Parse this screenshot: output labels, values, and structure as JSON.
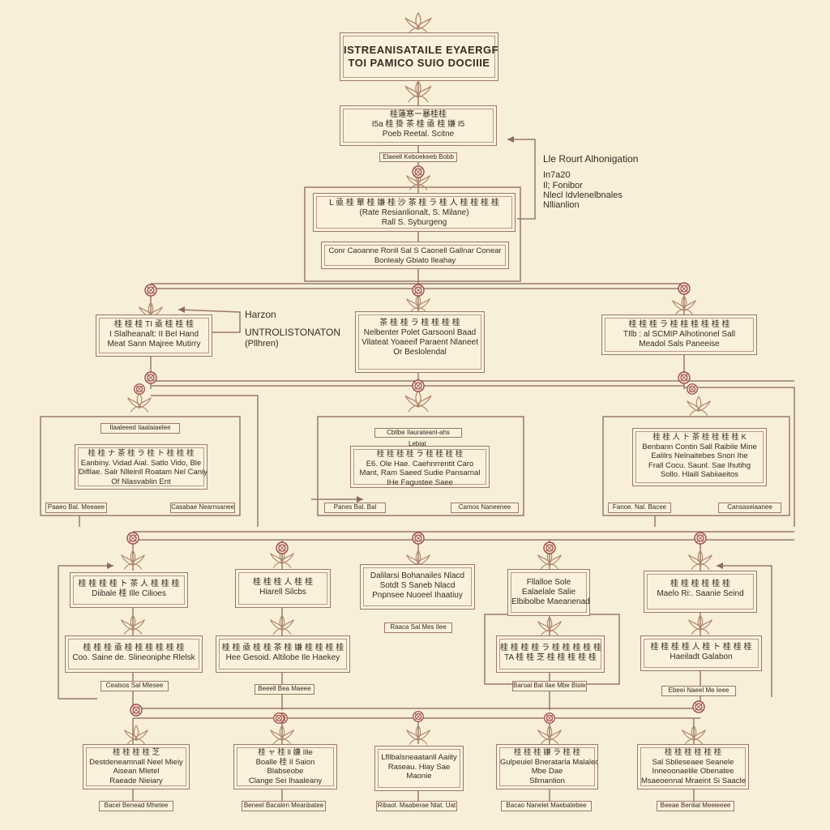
{
  "title": {
    "line1": "ISTREANISATAILE EYAERGFE",
    "line2": "TOI PAMICO SUIO DOCIIIE"
  },
  "level1": {
    "line1": "桂蓮寒ー暴桂桂",
    "line2": "I5a 桂 掛 茶 桂 亟 桂 嫌 I5",
    "line3": "Poeb Reetal. Scitne",
    "tag": "Elaeell Keboekeeb Bobb"
  },
  "side_note_1": {
    "line1": "Lle Rourt Alhonigation",
    "line2": "In7a20",
    "line3": "Il; Fonibor",
    "line4": "Nlecl Idvlenelbnales",
    "line5": "Nllianlion"
  },
  "level2": {
    "line1": "L 亟 桂 華 桂 嫌 桂 沙 茶 桂 ラ 桂 人 桂 桂 桂 桂",
    "line2": "(Rate Resianlionalt, S. Milane)",
    "line3": "Rall S. Syburgeng",
    "sub_line1": "Conr Caoanne Ronll Sal  S Caonell Gallnar Conear",
    "sub_line2": "Bonlealy Gbiato Ileahay"
  },
  "side_note_2": {
    "line1": "Harzon",
    "line2": "UNTROLISTONATON",
    "line3": "(Pllhren)"
  },
  "row2": [
    {
      "line1": "桂 桂 桂 TI  亟 桂 桂 桂",
      "line2": "I Slalheanalt: II Bel Hand",
      "line3": "Meat Sann Majree Mutirry"
    },
    {
      "line1": "茶 桂 桂 ラ 桂 桂 桂 桂",
      "line2": "Nelbenter Polet Garsoonl Baad",
      "line3": "Vilateat Yoaeeif  Paraent Nlaneet",
      "line4": "Or Beslolendal"
    },
    {
      "line1": "桂 桂 桂 ラ 桂 桂 桂 桂 桂 桂",
      "line2": "TIlb : al SCMIP Alhotinonel Sall",
      "line3": "Meadol Sals Paneeise"
    }
  ],
  "row3": [
    {
      "top_tag": "Ilaaleeed Iiaalaiaelee",
      "line1": "桂 桂 ナ 茶 桂 ラ 桂 ト 桂 桂 桂",
      "line2": "Eanbiny. Vidad Aial. Satlo Vido, Ble",
      "line3": "Difllae. Salr Nlleinll Roatam Nel Caniy",
      "line4": "Of Nlasvablin Ent",
      "tag_left": "Paaeo Bal. Meeaee",
      "tag_right": "Casabae Nearnsanee"
    },
    {
      "top_tag": "Cbllbe Ilaurateanl-ahs",
      "sub_tag": "Lebiat",
      "line1": "桂 桂 桂 桂 ラ 桂 桂 桂 桂",
      "line2": "E6. Ole Hae. Caehnrrentit Caro",
      "line3": "Mant, Ram Saeed Sudie Pansarnal",
      "line4": "IHe Fagustee Saee",
      "tag_left": "Panes Bal. Bal",
      "tag_right": "Camos Naneenee"
    },
    {
      "line1": "桂 桂 人 ト 茶 桂 桂 桂 桂 K",
      "line2": "Benbann Contin Sall Raibile Mine",
      "line3": "Ealilrs Nelnaitebes Snon Ihe",
      "line4": "Frall Cocu. Saunl. Sae Ihutihg",
      "line5": "Sollo. Hlaill Sabiiaeitos",
      "tag_left": "Fanoe. Nal. Bacee",
      "tag_right": "Cansaseiaanee"
    }
  ],
  "row4_top": [
    {
      "line1": "桂 桂 桂 桂 ト 茶 人 桂 桂 桂",
      "line2": "Diibale 桂 Ille Cilioes"
    },
    {
      "line1": "桂 桂 桂 人 桂 桂",
      "line2": "Hiarell Silcbs"
    },
    {
      "line1": "Dalilarsi Bohanailes Nlacd",
      "line2": "Sotdt S Saneb Nlacd",
      "line3": "Pnpnsee Nuoeel Ihaatiuy",
      "tag": "Raaca Sal Mes Ilee"
    },
    {
      "line1": "Fllalloe Sole",
      "line2": "Ealaelale Salie",
      "line3": "Elbibolbe Maeanenadl"
    },
    {
      "line1": "桂 桂 桂 桂 桂 桂",
      "line2": "Maelo Ri:. Saanie Seind"
    }
  ],
  "row4_bottom": [
    {
      "line1": "桂 桂 桂 亟 桂 桂 桂 桂 桂 桂",
      "line2": "Coo. Saine de. Slineoniphe Rlelsk",
      "tag": "Cealsos Sal Mlesee"
    },
    {
      "line1": "桂 桂 亟 桂 桂 茶 桂 嫌 桂 桂 桂 桂",
      "line2": "Hee Gesoid. Altilobe Ile Haekey",
      "tag": "Beeell Bea Maeee"
    },
    {
      "line1": "桂 桂 桂 桂 ラ 桂 桂 桂 桂 桂",
      "line2": "TA 桂 桂 芝 桂 桂 桂 桂 桂",
      "tag": "Baroal Bal Ilae Mbe Bisler"
    },
    {
      "line1": "桂 桂 桂 桂 人 桂 ト 桂 桂 桂",
      "line2": "Haeiladt Galabon",
      "tag": "Ebeei Naeel Me Ieee"
    }
  ],
  "row5": [
    {
      "line1": "桂 桂 桂 桂 芝",
      "line2": "Destdeneamnall Neel Mieiy",
      "line3": "Aisean Mletel",
      "line4": "Raeade Nieiary",
      "tag": "Bacel Benead Mhetee"
    },
    {
      "line1": "桂 ャ 桂 ll 嫌 Ille",
      "line2": "Boalle 桂 Il Saion",
      "line3": "Blabseobe",
      "line4": "Clange Sei Ihaaleany",
      "tag": "Beneel Bacalen Meanbatee"
    },
    {
      "line1": "Lfllbalsneaatanll Aaiity",
      "line2": "Raseau. Hiay Sae",
      "line3": "Maonie",
      "tag": "Ribaol. Maaberae Nlat. Uat"
    },
    {
      "line1": "桂 桂 桂 嫌 ラ 桂 桂",
      "line2": "Gulpeuiel Bneratarla Malalecees",
      "line3": "Mbe Dae",
      "line4": "Sllmanlion",
      "tag": "Bacao Nanelet Maebatebee"
    },
    {
      "line1": "桂 桂 桂 桂 桂 桂",
      "line2": "Sal Sbileseaee Seanele",
      "line3": "Inneoonaelile Obenatee",
      "line4": "Msaeoennal Mraeint Si Saacle",
      "tag": "Beeae Benlial Meeieeee"
    }
  ],
  "colors": {
    "background": "#f7efd8",
    "line": "#8a6a5c",
    "flower": "#9b4f4a",
    "leaf": "#b08870"
  }
}
